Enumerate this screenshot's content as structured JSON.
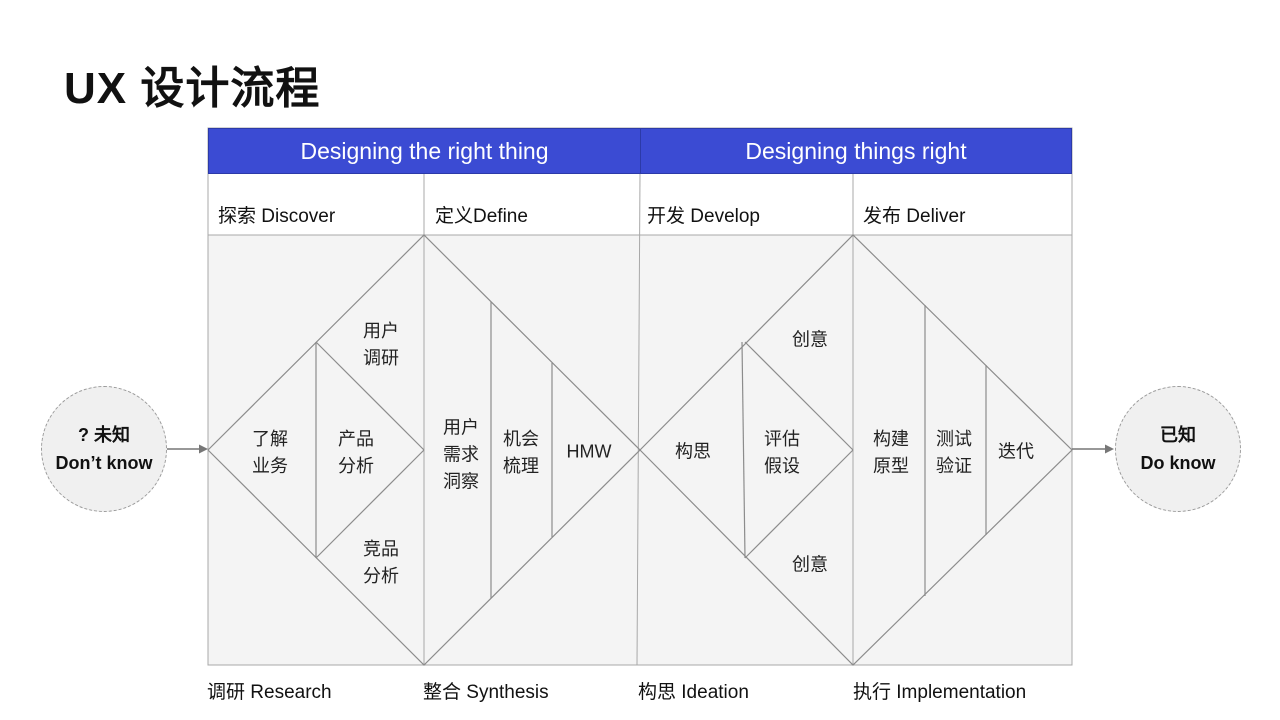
{
  "title": "UX 设计流程",
  "headers": {
    "left": "Designing the right thing",
    "right": "Designing things right"
  },
  "phases": {
    "discover": "探索 Discover",
    "define": "定义Define",
    "develop": "开发 Develop",
    "deliver": "发布 Deliver"
  },
  "stages": {
    "research": "调研 Research",
    "synthesis": "整合 Synthesis",
    "ideation": "构思 Ideation",
    "implementation": "执行 Implementation"
  },
  "start_node": {
    "line1": "? 未知",
    "line2": "Don’t know"
  },
  "end_node": {
    "line1": "已知",
    "line2": "Do know"
  },
  "discover_items": {
    "business": [
      "了解",
      "业务"
    ],
    "user_research": [
      "用户",
      "调研"
    ],
    "product_analysis": [
      "产品",
      "分析"
    ],
    "competitor_analysis": [
      "竞品",
      "分析"
    ]
  },
  "define_items": {
    "needs_insight": [
      "用户",
      "需求",
      "洞察"
    ],
    "opportunity": [
      "机会",
      "梳理"
    ],
    "hmw": "HMW"
  },
  "develop_items": {
    "ideation": "构思",
    "creative_top": "创意",
    "evaluate": [
      "评估",
      "假设"
    ],
    "creative_bottom": "创意"
  },
  "deliver_items": {
    "prototype": [
      "构建",
      "原型"
    ],
    "test": [
      "测试",
      "验证"
    ],
    "iterate": "迭代"
  },
  "colors": {
    "header_bg": "#3b4bd3",
    "panel_bg": "#f4f4f4",
    "line": "#8c8c8c"
  }
}
